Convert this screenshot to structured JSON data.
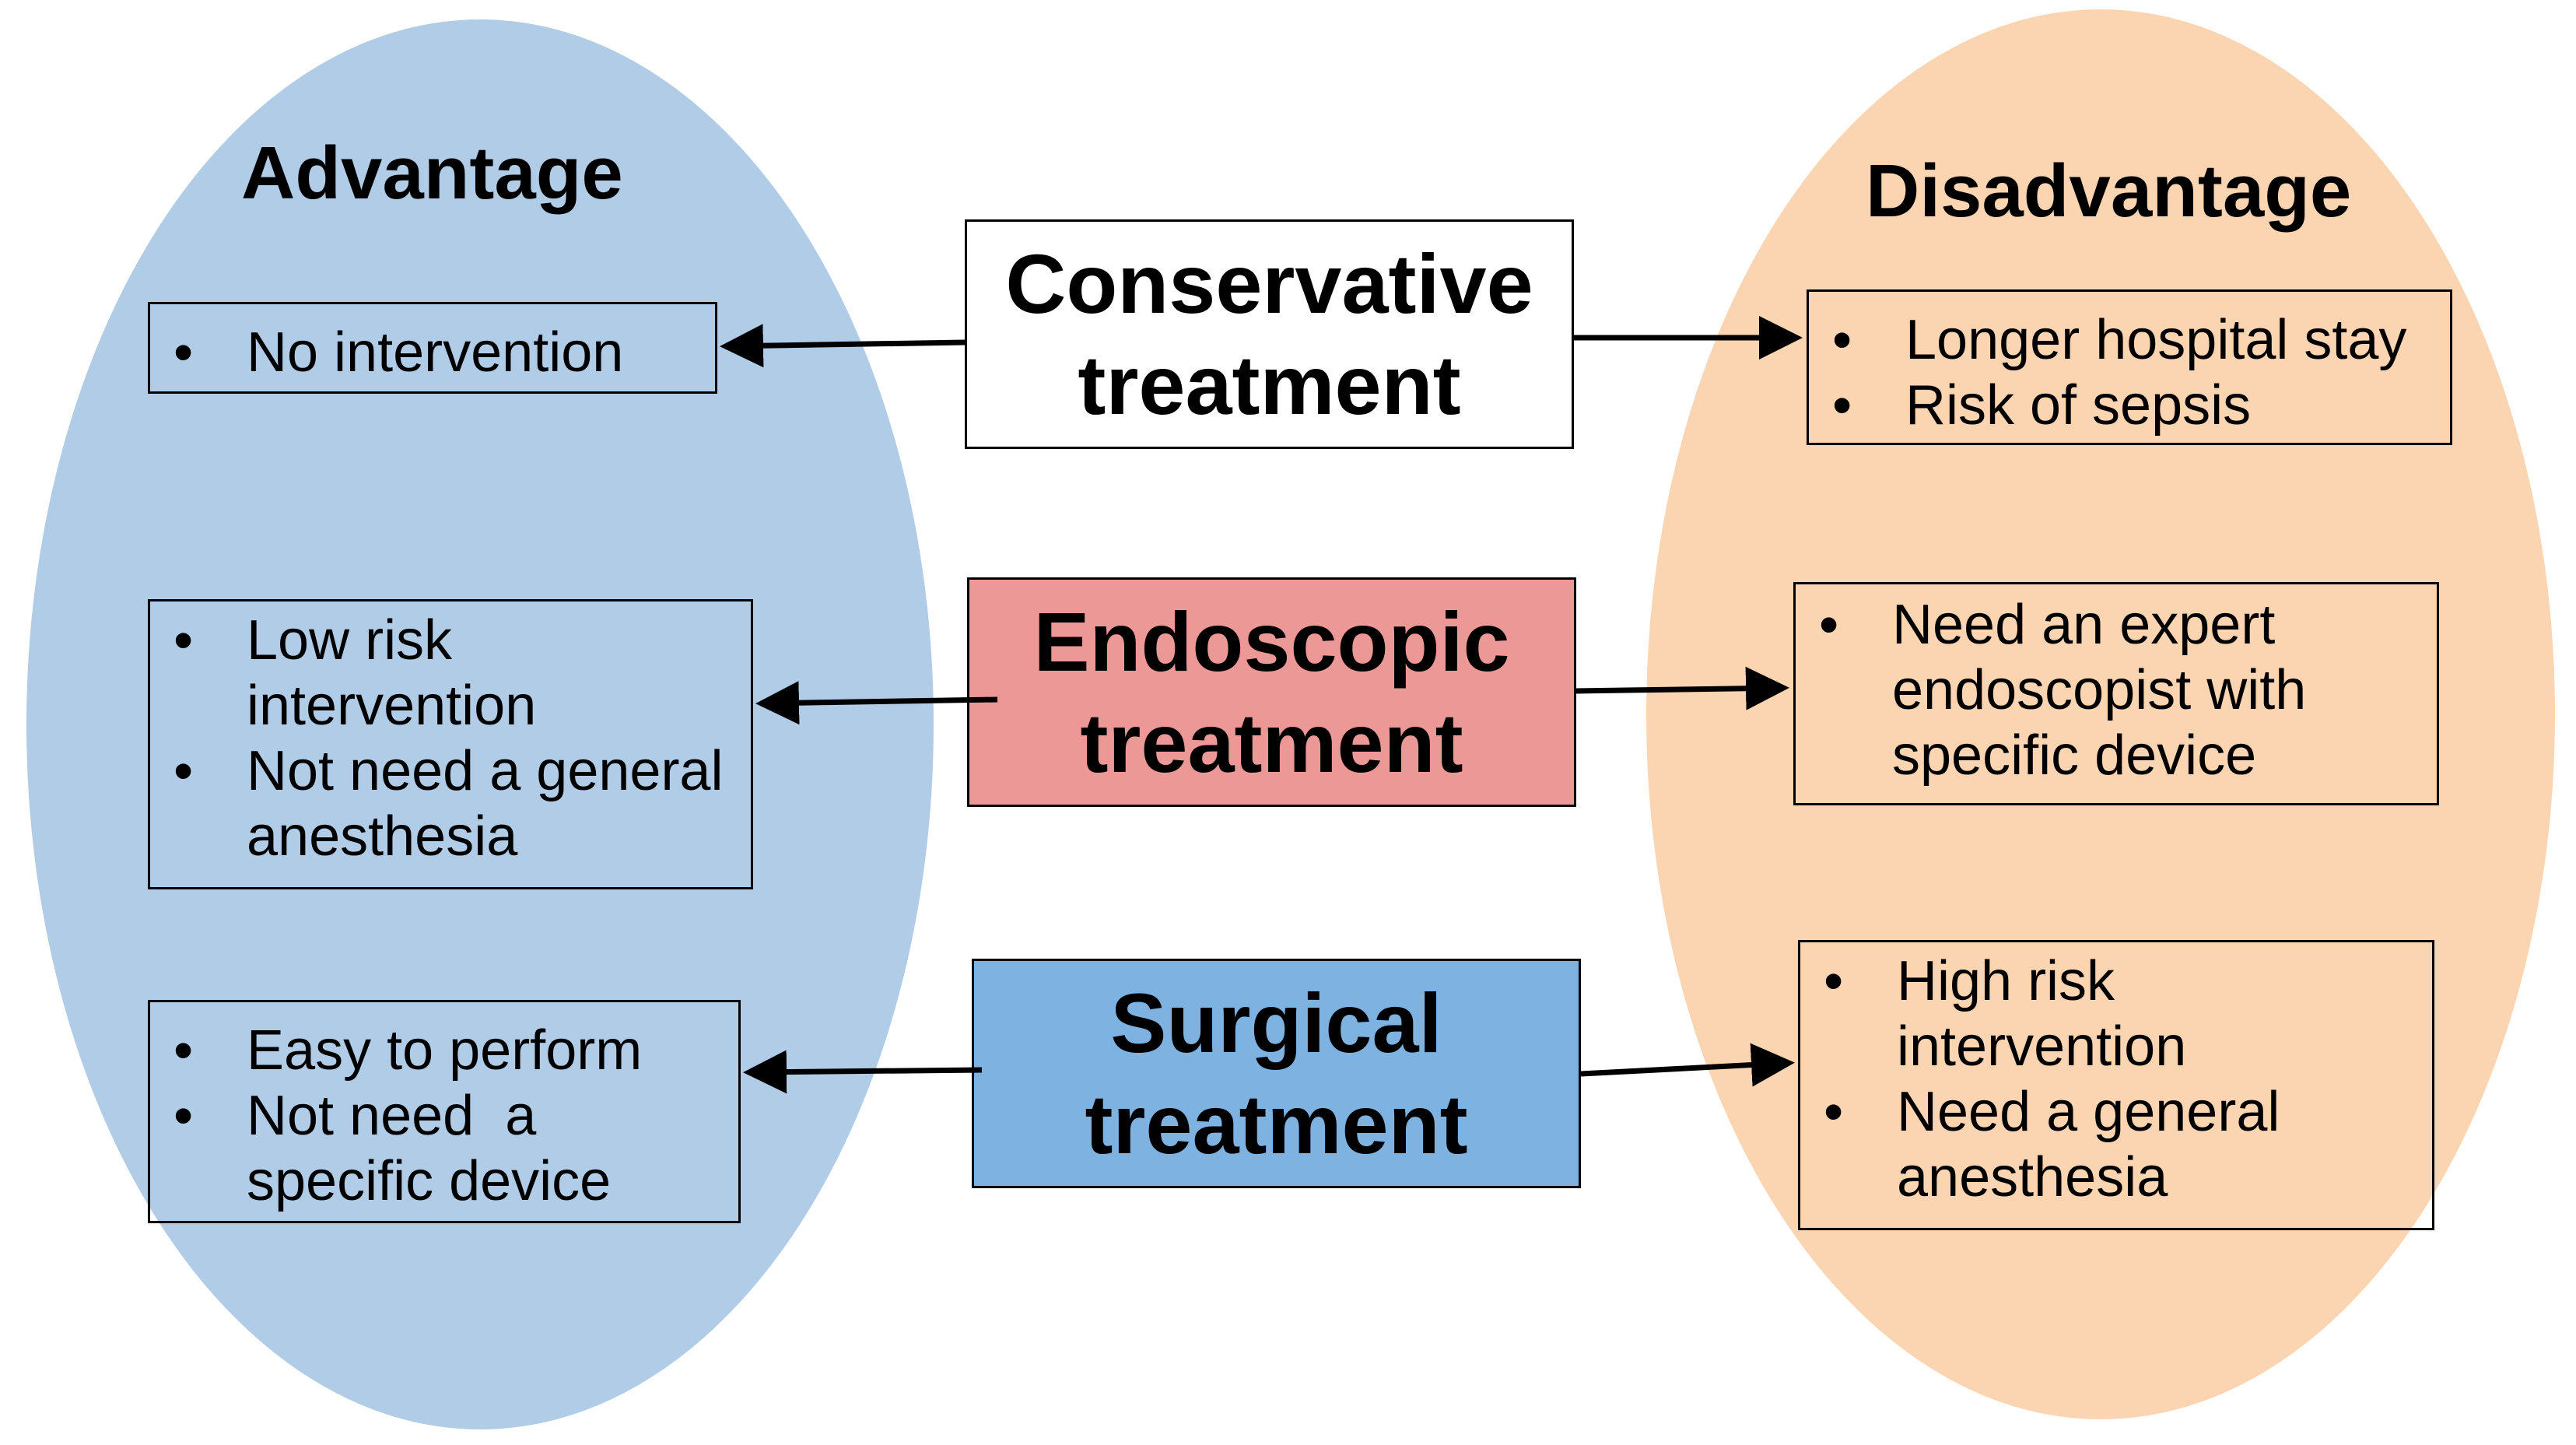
{
  "colors": {
    "advantage_ellipse": "#b0cce6",
    "disadvantage_ellipse": "#fbd5b2",
    "conservative_box": "#ffffff",
    "endoscopic_box": "#ec9896",
    "surgical_box": "#7db2e1",
    "line": "#000000"
  },
  "advantage": {
    "heading": "Advantage",
    "items": [
      {
        "bullets": [
          "No intervention"
        ]
      },
      {
        "bullets": [
          "Low risk intervention",
          "Not need a general anesthesia"
        ]
      },
      {
        "bullets": [
          "Easy to perform",
          "Not need  a specific device"
        ]
      }
    ]
  },
  "disadvantage": {
    "heading": "Disadvantage",
    "items": [
      {
        "bullets": [
          "Longer hospital stay",
          "Risk of sepsis"
        ]
      },
      {
        "bullets": [
          "Need an expert endoscopist with specific device"
        ]
      },
      {
        "bullets": [
          "High risk intervention",
          "Need a general anesthesia"
        ]
      }
    ]
  },
  "treatments": [
    {
      "line1": "Conservative",
      "line2": "treatment"
    },
    {
      "line1": "Endoscopic",
      "line2": "treatment"
    },
    {
      "line1": "Surgical",
      "line2": "treatment"
    }
  ],
  "bullet_symbol": "•"
}
